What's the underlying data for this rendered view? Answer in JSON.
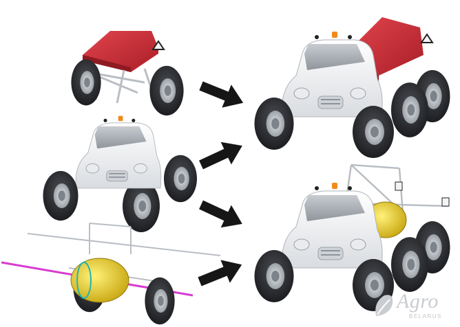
{
  "scene": {
    "background": "#ffffff",
    "colors": {
      "hopper_red": "#d8323a",
      "hopper_red_dark": "#a81f28",
      "cab_white": "#f2f3f5",
      "tire_black": "#2b2d30",
      "tank_yellow": "#e8cf2a",
      "boom_magenta": "#d63bd0",
      "frame_gray": "#b9bec4",
      "arrow_black": "#161616",
      "beacon_orange": "#f08a1a"
    },
    "modules": [
      {
        "name": "spreader-hopper-module",
        "icon": "red-hopper-icon"
      },
      {
        "name": "cab-chassis-module",
        "icon": "vehicle-cab-icon"
      },
      {
        "name": "sprayer-tank-module",
        "icon": "yellow-tank-icon"
      }
    ],
    "results": [
      {
        "name": "six-wheel-spreader-vehicle"
      },
      {
        "name": "six-wheel-sprayer-vehicle"
      }
    ]
  },
  "watermark": {
    "brand": "Agro",
    "sub": "BELARUS",
    "icon": "leaf-logo-icon"
  }
}
